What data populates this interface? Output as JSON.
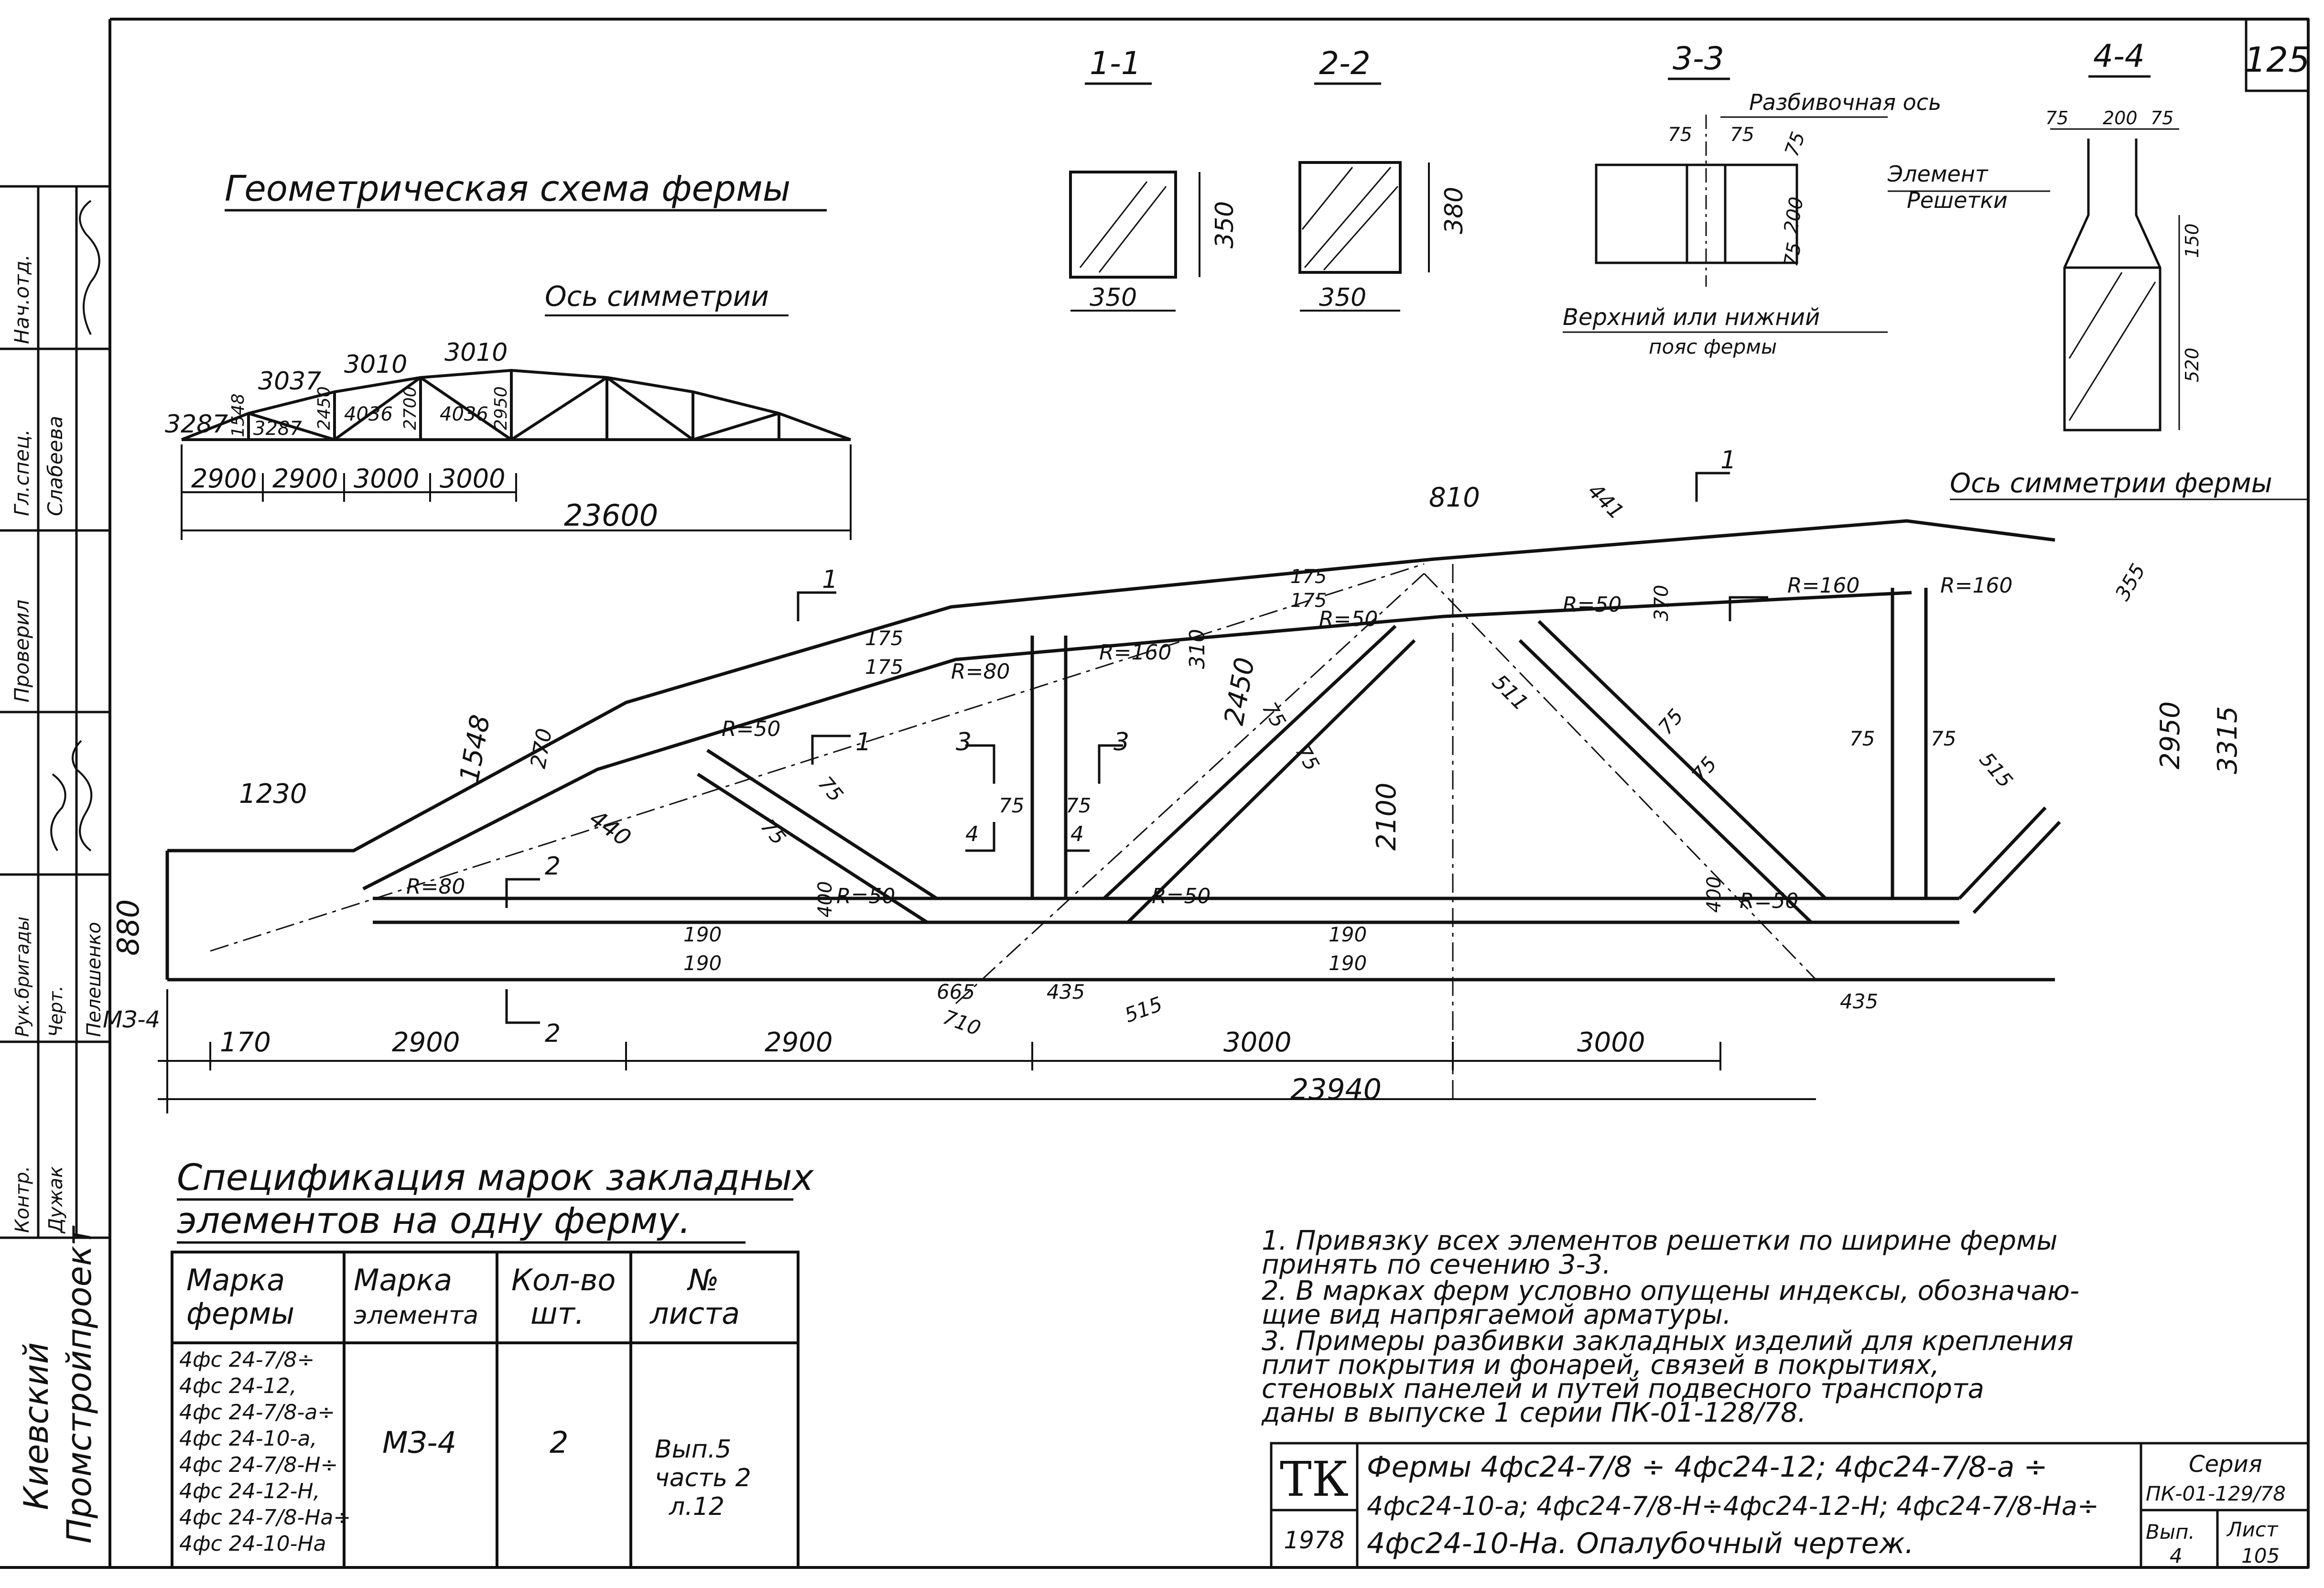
{
  "page_number": "125",
  "side_stamp": {
    "org": [
      "Киевский",
      "Промстройпроект"
    ],
    "rows": [
      "Нач.отд.",
      "Гл.спец.",
      "Проверил",
      "Рук.бригады",
      "Черт.",
      "Контр."
    ],
    "names": [
      "Слабеева",
      "Дужак",
      "Пелешенко"
    ]
  },
  "geometric_scheme": {
    "title": "Геометрическая схема фермы",
    "axis_label": "Ось симметрии",
    "top_chord": [
      "3287",
      "3037",
      "3010",
      "3010"
    ],
    "diagonals": [
      "3287",
      "4036",
      "4036"
    ],
    "heights": [
      "1548",
      "2450",
      "2700",
      "2950"
    ],
    "panels": [
      "2900",
      "2900",
      "3000",
      "3000"
    ],
    "span": "23600"
  },
  "sections": {
    "s11": {
      "label": "1-1",
      "w": "350",
      "h": "350"
    },
    "s22": {
      "label": "2-2",
      "w": "350",
      "h": "380"
    },
    "s33": {
      "label": "3-3",
      "axis": "Разбивочная ось",
      "dims": [
        "75",
        "75",
        "75",
        "200",
        "75"
      ],
      "element": [
        "Элемент",
        "Решетки"
      ],
      "chord": [
        "Верхний или нижний",
        "пояс фермы"
      ]
    },
    "s44": {
      "label": "4-4",
      "dims": [
        "75",
        "200",
        "75"
      ],
      "h1": "150",
      "h2": "520"
    }
  },
  "truss": {
    "axis_label": "Ось симметрии фермы",
    "cuts": [
      "1",
      "1",
      "1",
      "2",
      "2",
      "3",
      "3",
      "4",
      "4"
    ],
    "dims": {
      "d1230": "1230",
      "d880": "880",
      "d1548": "1548",
      "d270": "270",
      "d440": "440",
      "r80a": "R=80",
      "r50a": "R=50",
      "d175a": "175",
      "d175b": "175",
      "r80b": "R=80",
      "d75a": "75",
      "d75b": "75",
      "d400a": "400",
      "r50b": "R=50",
      "r160a": "R=160",
      "d310": "310",
      "d2450": "2450",
      "d75c": "75",
      "d75d": "75",
      "d75e": "75",
      "d75f": "75",
      "r50c": "R=50",
      "d2100": "2100",
      "d810": "810",
      "d441": "441",
      "d175c": "175",
      "d175d": "175",
      "r50d": "R=50",
      "r50e": "R=50",
      "d370": "370",
      "d511": "511",
      "d75g": "75",
      "d75h": "75",
      "r160b": "R=160",
      "r160c": "R=160",
      "d355": "355",
      "d2950": "2950",
      "d3315": "3315",
      "d75i": "75",
      "d75j": "75",
      "d515a": "515",
      "d400b": "400",
      "r50f": "R=50",
      "d190a": "190",
      "d190b": "190",
      "d190c": "190",
      "d190d": "190",
      "d665": "665",
      "d710": "710",
      "d435a": "435",
      "d515b": "515",
      "d435b": "435",
      "mz4": "МЗ-4"
    },
    "bottom_dims": [
      "170",
      "2900",
      "2900",
      "3000",
      "3000"
    ],
    "total": "23940"
  },
  "spec": {
    "title": [
      "Спецификация марок закладных",
      "элементов на одну ферму."
    ],
    "headers": [
      [
        "Марка",
        "фермы"
      ],
      [
        "Марка",
        "элемента"
      ],
      [
        "Кол-во",
        "шт."
      ],
      [
        "№",
        "листа"
      ]
    ],
    "farm_marks": [
      "4фс 24-7/8÷",
      "4фс 24-12,",
      "4фс 24-7/8-а÷",
      "4фс 24-10-а,",
      "4фс 24-7/8-Н÷",
      "4фс 24-12-Н,",
      "4фс 24-7/8-На÷",
      "4фс 24-10-На"
    ],
    "element": "МЗ-4",
    "qty": "2",
    "sheet": [
      "Вып.5",
      "часть 2",
      "л.12"
    ]
  },
  "notes": [
    "1. Привязку всех элементов решетки по ширине фермы",
    "    принять по сечению 3-3.",
    "2. В марках ферм условно опущены индексы, обозначаю-",
    "    щие вид напрягаемой арматуры.",
    "3. Примеры разбивки закладных изделий для крепления",
    "    плит покрытия и фонарей, связей в покрытиях,",
    "    стеновых панелей и путей подвесного транспорта",
    "    даны в выпуске 1 серии ПК-01-128/78."
  ],
  "title_block": {
    "code": "ТК",
    "year": "1978",
    "line1": "Фермы 4фс24-7/8 ÷ 4фс24-12; 4фс24-7/8-а ÷",
    "line2": "4фс24-10-а; 4фс24-7/8-Н÷4фс24-12-Н; 4фс24-7/8-На÷",
    "line3": "4фс24-10-На. Опалубочный чертеж.",
    "series_label": "Серия",
    "series": "ПК-01-129/78",
    "issue_label": "Вып.",
    "issue": "4",
    "sheet_label": "Лист",
    "sheet": "105"
  }
}
